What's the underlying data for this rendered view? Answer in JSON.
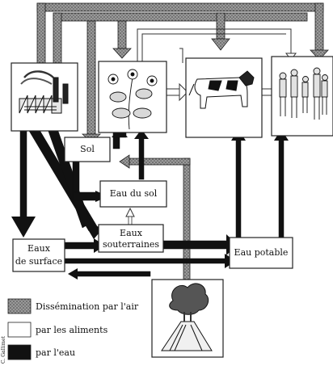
{
  "nodes": {
    "sol": "Sol",
    "eau_du_sol": "Eau du sol",
    "eaux_surface_line1": "Eaux",
    "eaux_surface_line2": "de surface",
    "eaux_souterraines_line1": "Eaux",
    "eaux_souterraines_line2": "souterraines",
    "eau_potable": "Eau potable"
  },
  "icons": {
    "factory": "factory-icon",
    "plant": "plant-icon",
    "cow": "cow-icon",
    "people": "people-icon",
    "volcano": "volcano-icon"
  },
  "legend": {
    "air": "Dissémination par l'air",
    "food": "par les aliments",
    "water": "par l'eau"
  },
  "credit": "C. Gallimet",
  "colors": {
    "air": "#8c8c8c",
    "food": "#ffffff",
    "water": "#111111"
  }
}
